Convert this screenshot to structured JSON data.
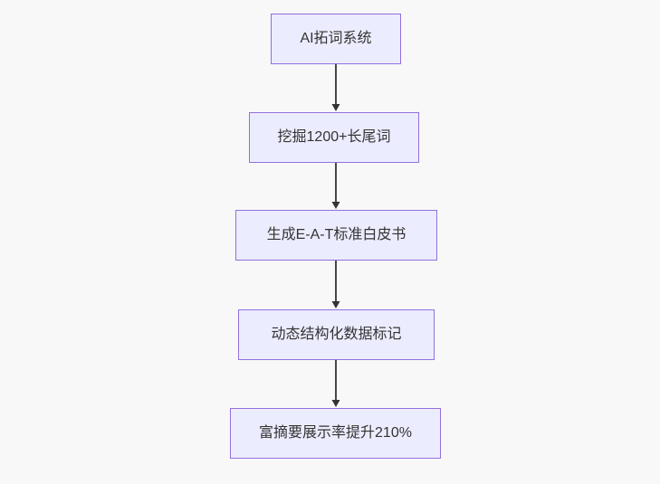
{
  "diagram": {
    "type": "flowchart-top-down",
    "nodes": [
      {
        "label": "AI拓词系统"
      },
      {
        "label": "挖掘1200+长尾词"
      },
      {
        "label": "生成E-A-T标准白皮书"
      },
      {
        "label": "动态结构化数据标记"
      },
      {
        "label": "富摘要展示率提升210%"
      }
    ],
    "edges": [
      {
        "from": 0,
        "to": 1,
        "direction": "down"
      },
      {
        "from": 1,
        "to": 2,
        "direction": "down"
      },
      {
        "from": 2,
        "to": 3,
        "direction": "down"
      },
      {
        "from": 3,
        "to": 4,
        "direction": "down"
      }
    ],
    "colors": {
      "node_fill": "#ECECFF",
      "node_border": "#9370DB",
      "edge": "#333333",
      "text": "#333333",
      "background": "#F8F8F8"
    }
  }
}
